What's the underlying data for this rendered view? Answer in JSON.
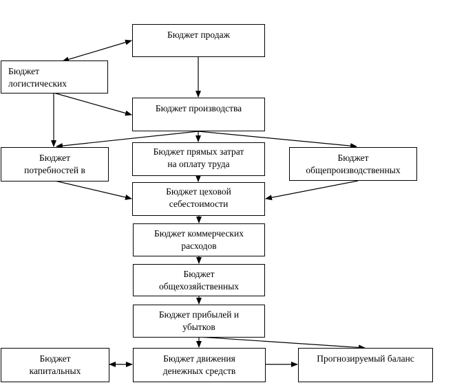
{
  "nodes": {
    "sales": {
      "lines": [
        "Бюджет продаж"
      ]
    },
    "logistics": {
      "lines": [
        "Бюджет",
        "логистических"
      ]
    },
    "production": {
      "lines": [
        "Бюджет производства"
      ]
    },
    "needs": {
      "lines": [
        "Бюджет",
        "потребностей в"
      ]
    },
    "labor": {
      "lines": [
        "Бюджет прямых затрат",
        "на оплату труда"
      ]
    },
    "overhead": {
      "lines": [
        "Бюджет",
        "общепроизводственных"
      ]
    },
    "shop_cost": {
      "lines": [
        "Бюджет цеховой",
        "себестоимости"
      ]
    },
    "commercial": {
      "lines": [
        "Бюджет коммерческих",
        "расходов"
      ]
    },
    "general": {
      "lines": [
        "Бюджет",
        "общехозяйственных"
      ]
    },
    "profit": {
      "lines": [
        "Бюджет прибылей и",
        "убытков"
      ]
    },
    "capital": {
      "lines": [
        "Бюджет",
        "капитальных"
      ]
    },
    "cash": {
      "lines": [
        "Бюджет движения",
        "денежных средств"
      ]
    },
    "balance": {
      "lines": [
        "Прогнозируемый баланс"
      ]
    }
  }
}
